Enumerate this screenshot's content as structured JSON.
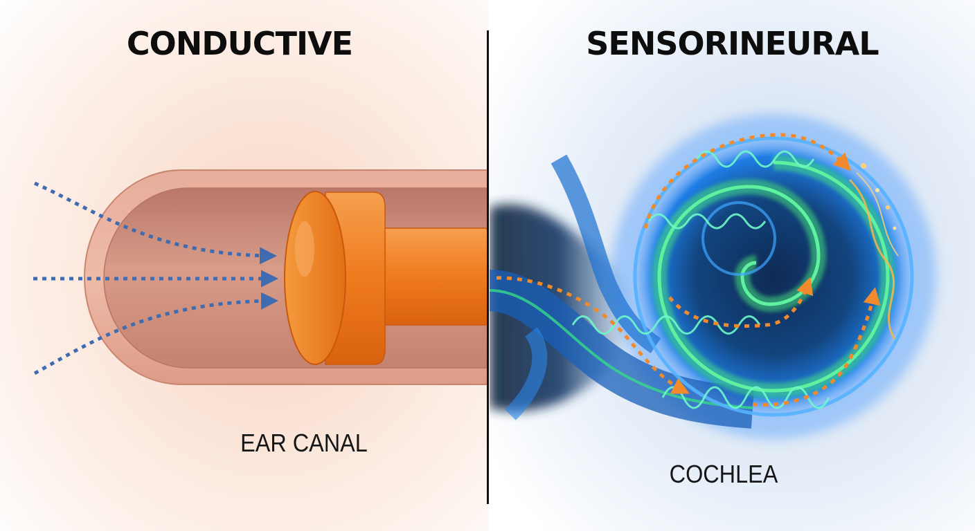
{
  "headings": {
    "left": "CONDUCTIVE",
    "right": "SENSORINEURAL"
  },
  "captions": {
    "left": "EAR CANAL",
    "right": "COCHLEA"
  },
  "colors": {
    "canal_wall": "#e2a592",
    "canal_inner": "#c98a76",
    "plug": "#f07a1e",
    "sound_arrows": "#3f6bb0",
    "cochlea_glow": "#1f7ee6",
    "cochlea_edge": "#45e07a",
    "signal_arrows": "#f08a2c",
    "background_left_tint": "#fbe3d6",
    "background_right_tint": "#dfe9f5"
  },
  "icons": {
    "left_panel": "ear-canal-with-earplug",
    "right_panel": "glowing-cochlea-spiral"
  }
}
